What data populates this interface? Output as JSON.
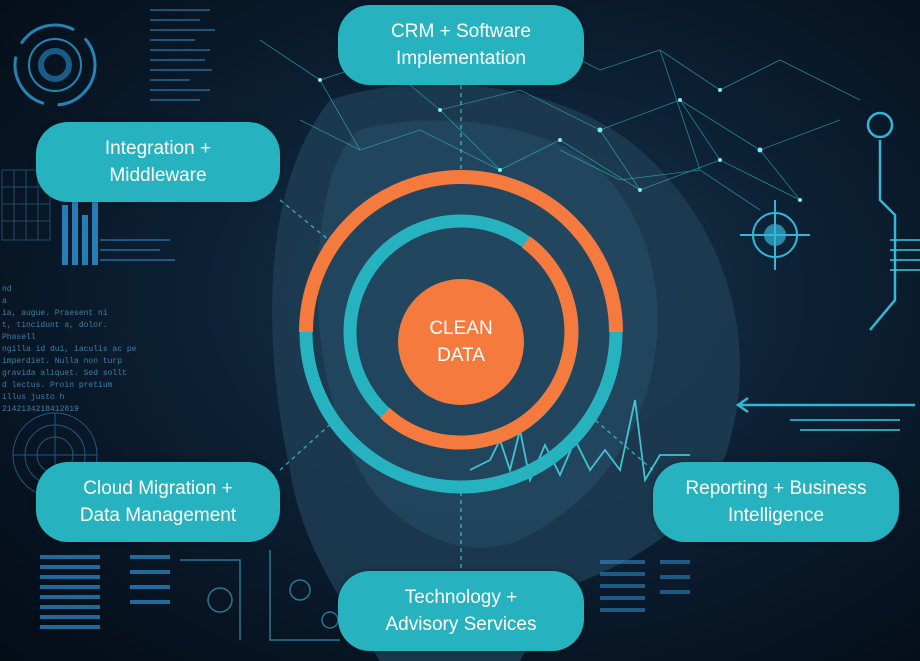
{
  "colors": {
    "accent_teal": "#26b3bf",
    "accent_orange": "#f47b3d",
    "background": "#0d2236"
  },
  "center": {
    "line1": "CLEAN",
    "line2": "DATA"
  },
  "nodes": {
    "crm": {
      "line1": "CRM + Software",
      "line2": "Implementation"
    },
    "integration": {
      "line1": "Integration +",
      "line2": "Middleware"
    },
    "cloud": {
      "line1": "Cloud Migration +",
      "line2": "Data Management"
    },
    "reporting": {
      "line1": "Reporting + Business",
      "line2": "Intelligence"
    },
    "technology": {
      "line1": "Technology +",
      "line2": "Advisory Services"
    }
  },
  "background_decorations": {
    "left_panel_text": [
      "nd",
      "a",
      "ia, augue. Praesent ni",
      "t, tincidunt a, dolor. Phasell",
      "ngilla id dui, iaculis ac pe",
      "imperdiet. Nulla non turp",
      "gravida aliquet. Sed sollt",
      "d lectus. Proin pretium",
      "illus justo h",
      "2142134218412819"
    ]
  }
}
